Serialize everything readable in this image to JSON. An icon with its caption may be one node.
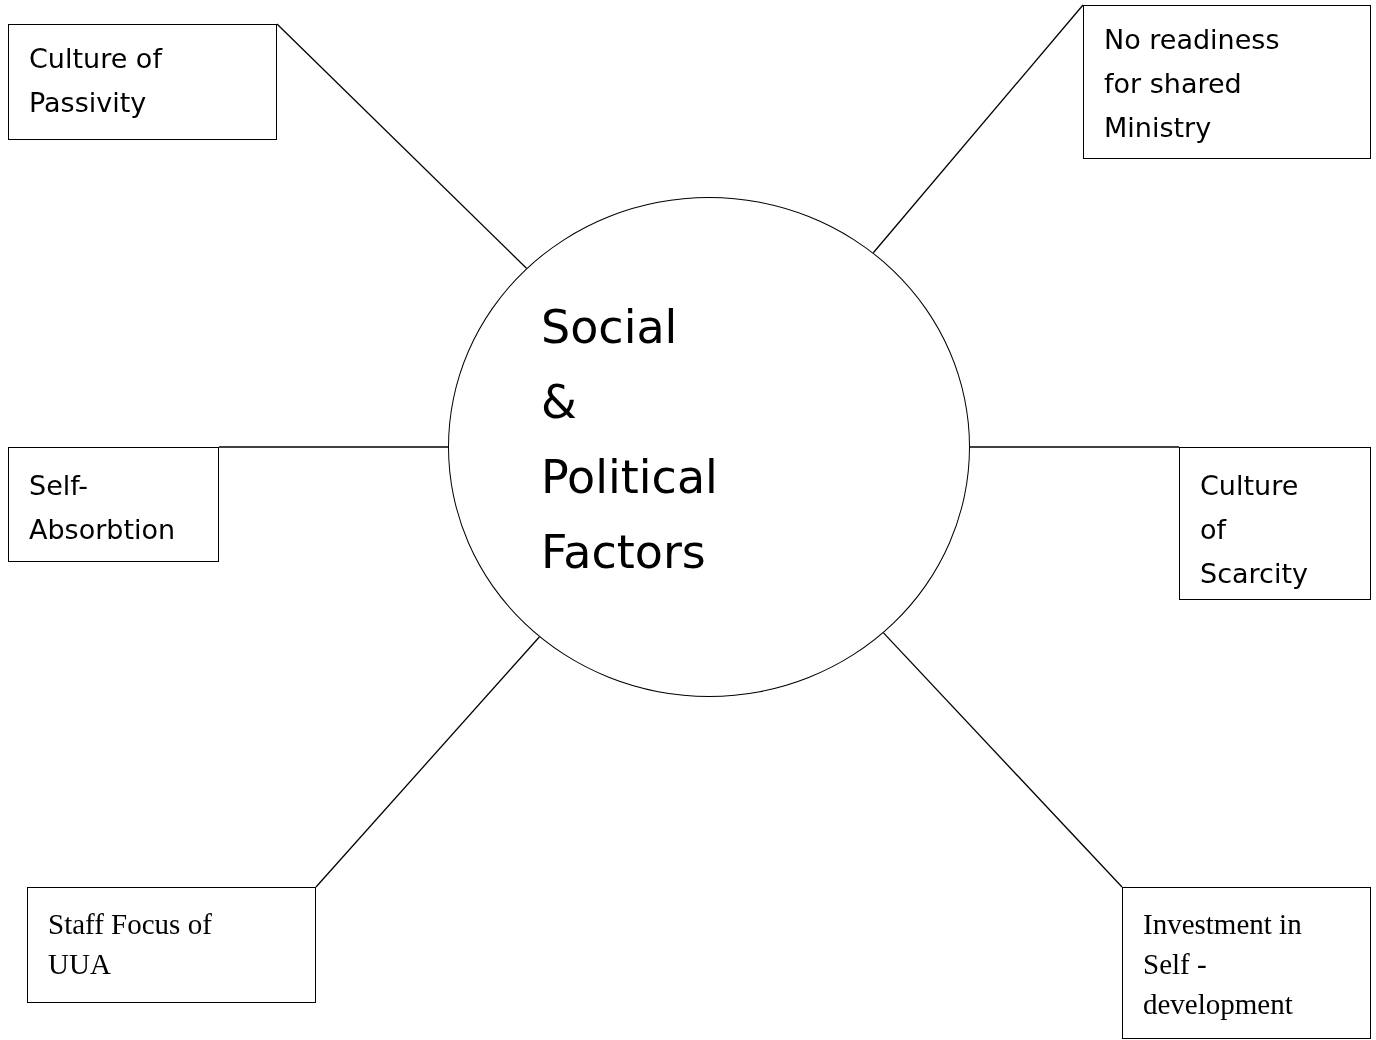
{
  "diagram": {
    "nodes": [
      {
        "text": [
          "Social & Political Factors"
        ]
      },
      {
        "text": [
          "Culture of Passivity"
        ]
      },
      {
        "text": [
          "No readiness for shared Ministry"
        ]
      },
      {
        "text": [
          "Self- Absorbtion"
        ]
      },
      {
        "text": [
          "Culture of Scarcity"
        ]
      },
      {
        "text": [
          "Staff Focus of UUA"
        ]
      },
      {
        "text": [
          "Investment in Self - development"
        ]
      }
    ],
    "edges": [
      {
        "from": 1,
        "to": 0,
        "arrow": "none"
      },
      {
        "from": 2,
        "to": 0,
        "arrow": "none"
      },
      {
        "from": 3,
        "to": 0,
        "arrow": "none"
      },
      {
        "from": 4,
        "to": 0,
        "arrow": "none"
      },
      {
        "from": 5,
        "to": 0,
        "arrow": "none"
      },
      {
        "from": 6,
        "to": 0,
        "arrow": "none"
      }
    ]
  }
}
